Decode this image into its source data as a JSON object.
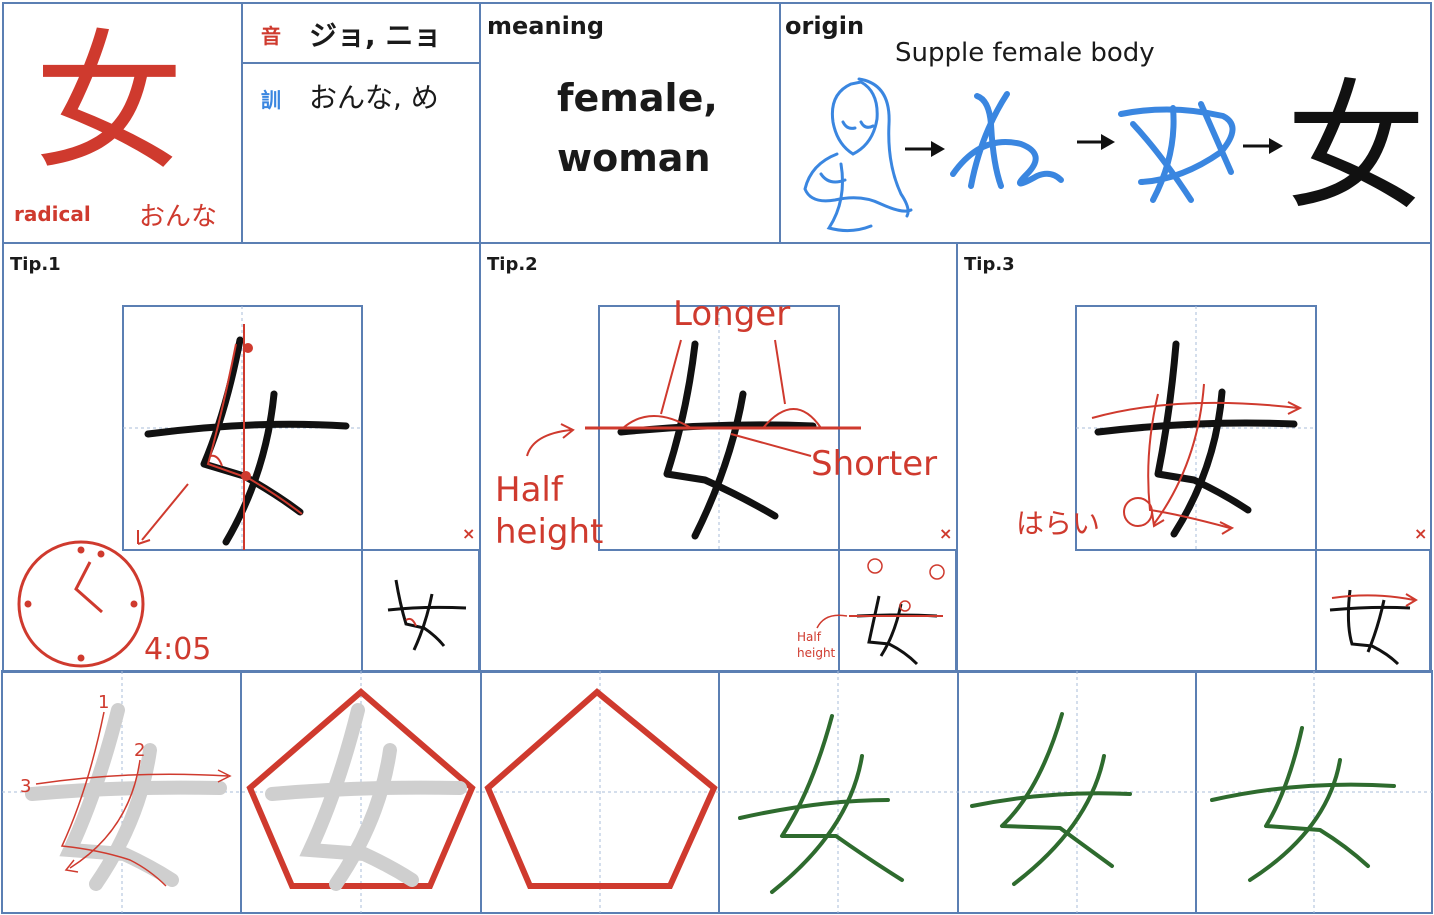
{
  "colors": {
    "border": "#5b7fb3",
    "red": "#cf3a2e",
    "blue": "#3a86e0",
    "green": "#2e6b2e",
    "gray": "#cfcfcf"
  },
  "kanji": "女",
  "radical": {
    "label": "radical",
    "reading": "おんな"
  },
  "readings": {
    "on_icon": "音",
    "on": "ジョ, ニョ",
    "kun_icon": "訓",
    "kun": "おんな, め"
  },
  "meaning": {
    "header": "meaning",
    "line1": "female,",
    "line2": "woman"
  },
  "origin": {
    "header": "origin",
    "caption": "Supple female body"
  },
  "tip1": {
    "title": "Tip.1",
    "clock_time": "4:05",
    "close": "×"
  },
  "tip2": {
    "title": "Tip.2",
    "longer": "Longer",
    "shorter": "Shorter",
    "half1": "Half",
    "half2": "height",
    "mini_half1": "Half",
    "mini_half2": "height",
    "close": "×"
  },
  "tip3": {
    "title": "Tip.3",
    "harai": "はらい",
    "close": "×"
  },
  "practice": {
    "stroke_numbers": [
      "1",
      "2",
      "3"
    ]
  }
}
